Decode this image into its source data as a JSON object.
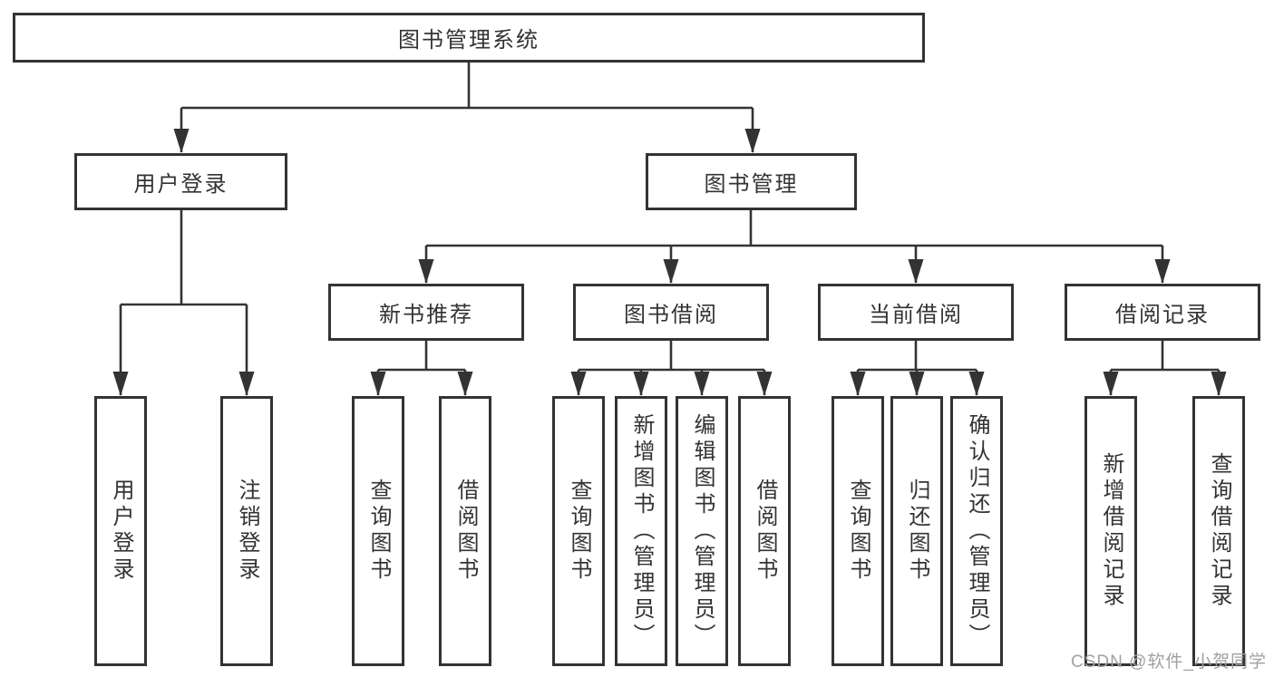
{
  "diagram": {
    "root": {
      "label": "图书管理系统",
      "children": [
        {
          "label": "用户登录",
          "children": [
            {
              "label": "用户登录"
            },
            {
              "label": "注销登录"
            }
          ]
        },
        {
          "label": "图书管理",
          "children": [
            {
              "label": "新书推荐",
              "children": [
                {
                  "label": "查询图书"
                },
                {
                  "label": "借阅图书"
                }
              ]
            },
            {
              "label": "图书借阅",
              "children": [
                {
                  "label": "查询图书"
                },
                {
                  "label": "新增图书（管理员）"
                },
                {
                  "label": "编辑图书（管理员）"
                },
                {
                  "label": "借阅图书"
                }
              ]
            },
            {
              "label": "当前借阅",
              "children": [
                {
                  "label": "查询图书"
                },
                {
                  "label": "归还图书"
                },
                {
                  "label": "确认归还（管理员）"
                }
              ]
            },
            {
              "label": "借阅记录",
              "children": [
                {
                  "label": "新增借阅记录"
                },
                {
                  "label": "查询借阅记录"
                }
              ]
            }
          ]
        }
      ]
    }
  },
  "watermark": {
    "text": "CSDN @软件_小贺同学"
  },
  "colors": {
    "line": "#333333",
    "text": "#333333",
    "watermark": "#a0a0a0",
    "background": "#ffffff"
  }
}
